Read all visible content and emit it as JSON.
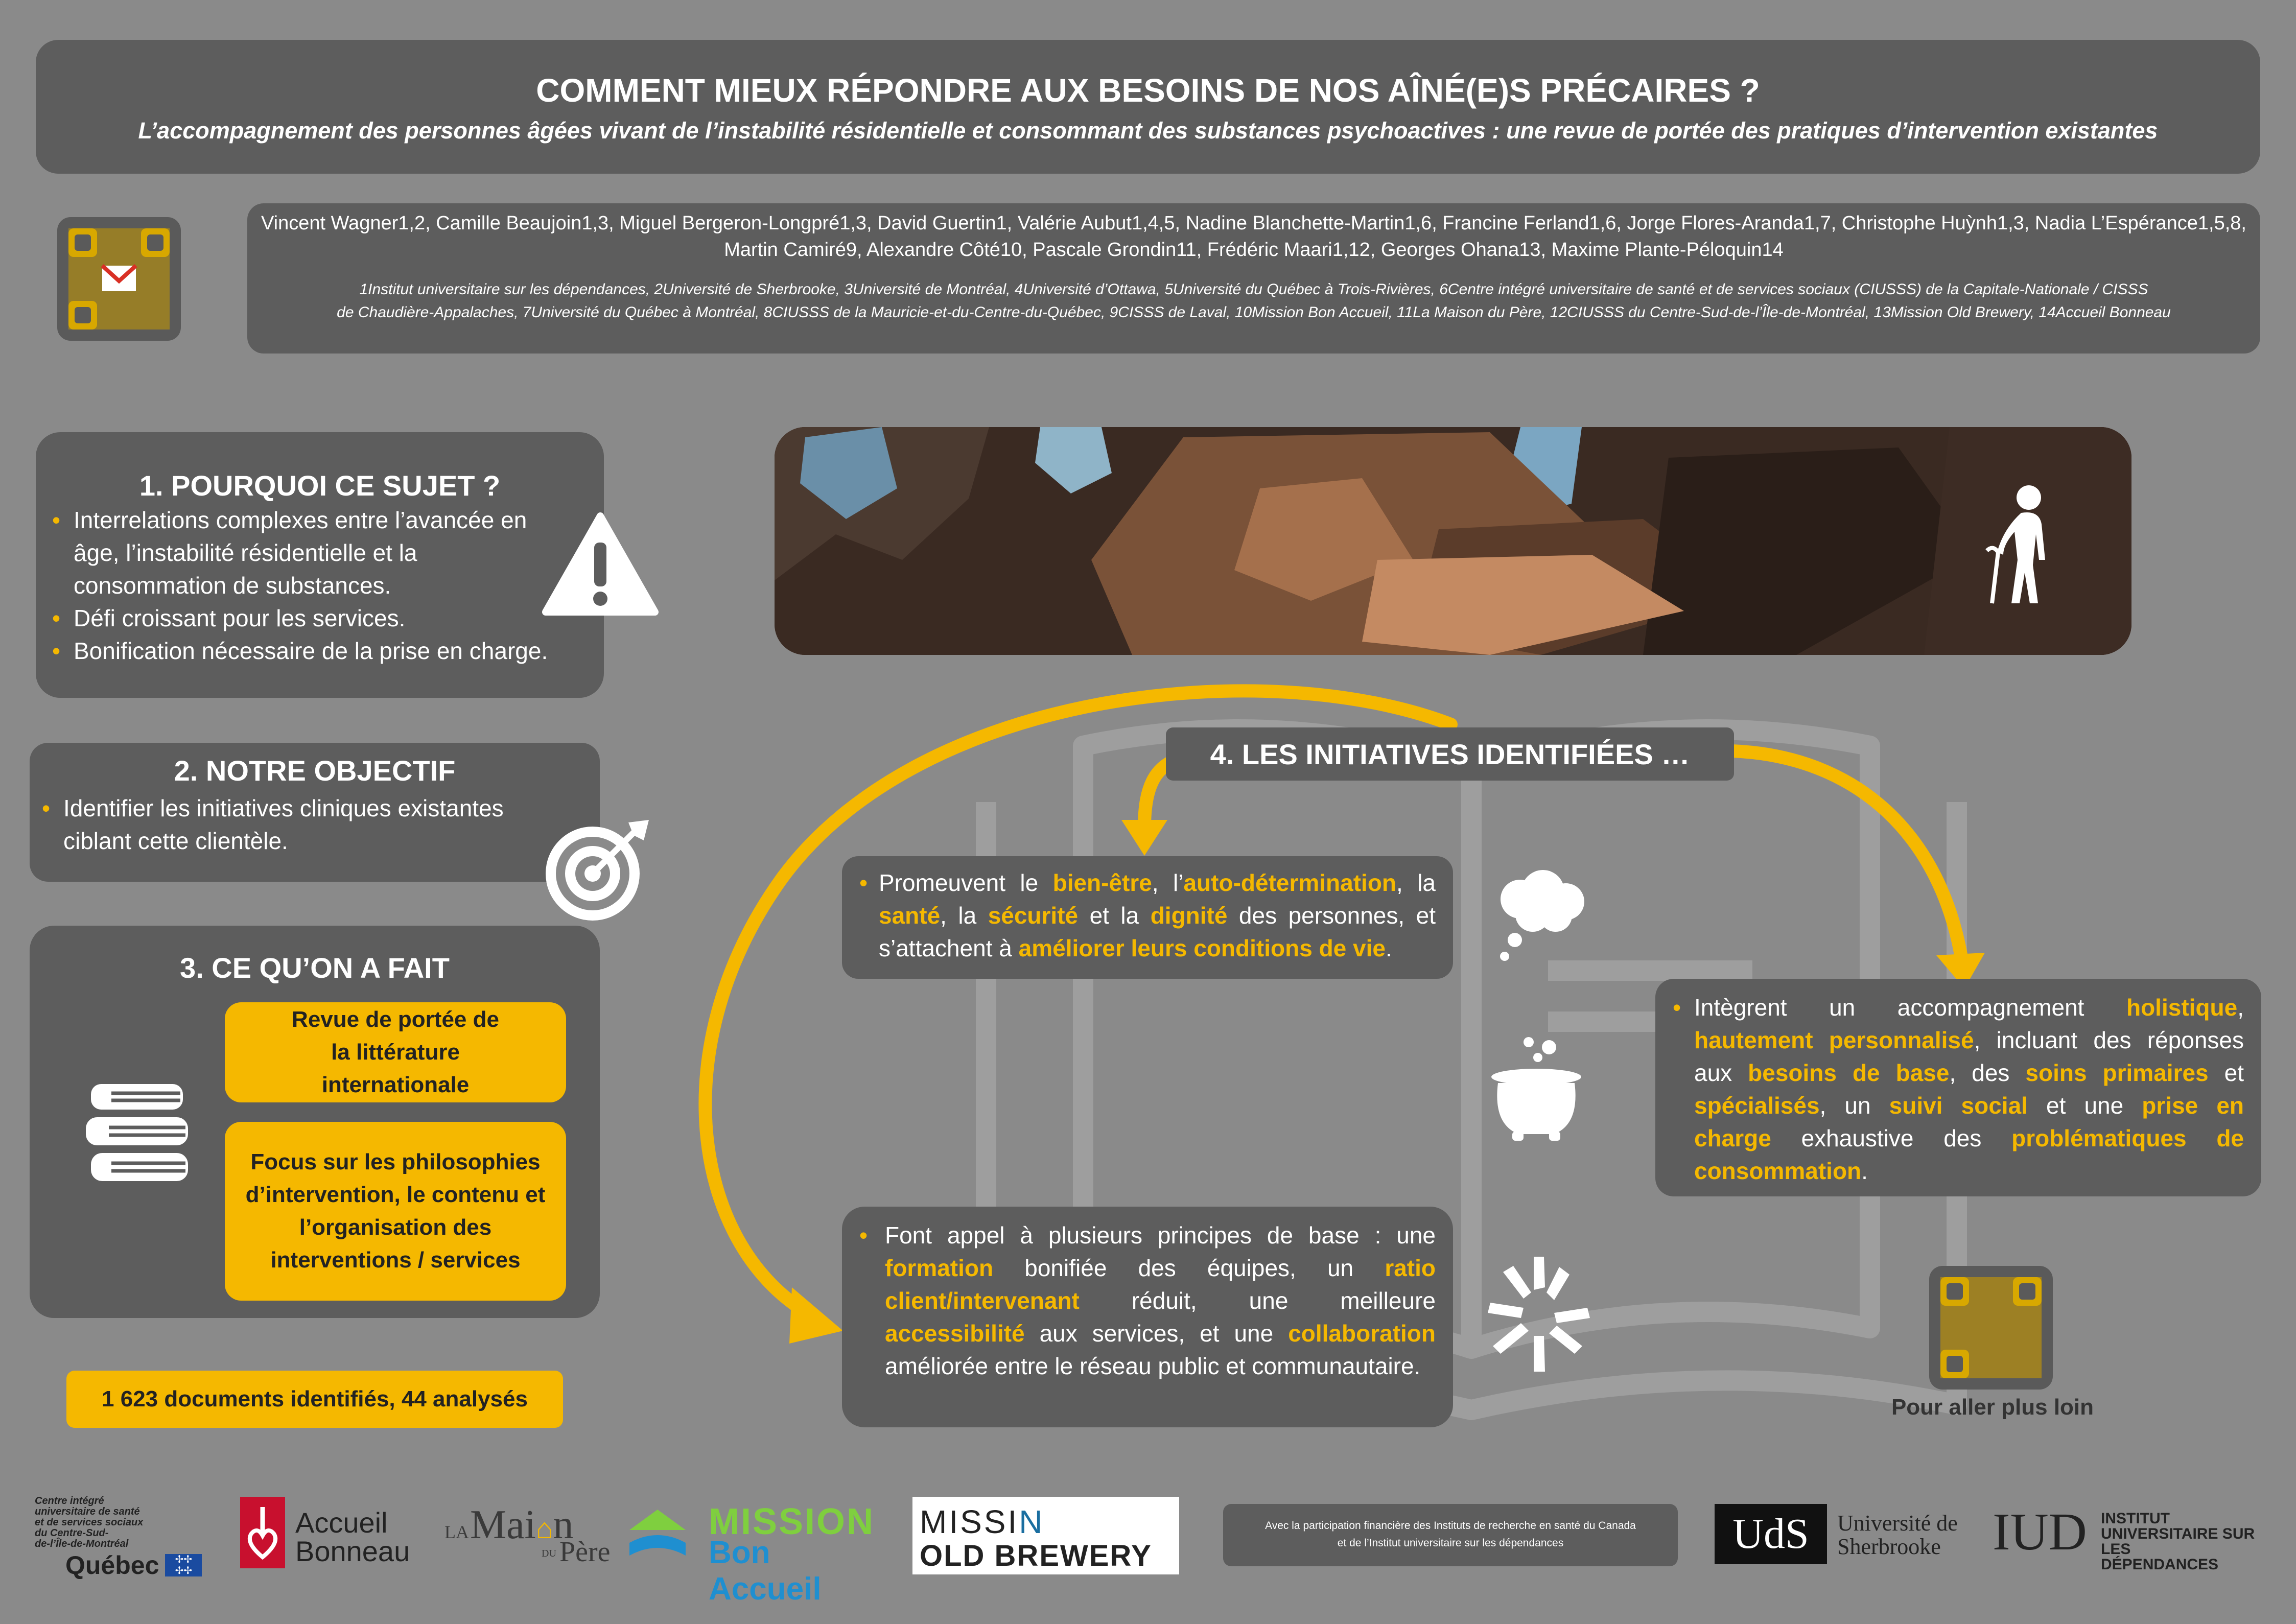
{
  "header": {
    "title": "COMMENT MIEUX RÉPONDRE AUX BESOINS DE NOS AÎNÉ(E)S PRÉCAIRES ?",
    "subtitle": "L’accompagnement des personnes âgées vivant de l’instabilité résidentielle et consommant des substances psychoactives : une revue de portée des pratiques d’intervention existantes"
  },
  "authors": {
    "line1": "Vincent Wagner1,2, Camille Beaujoin1,3, Miguel Bergeron-Longpré1,3, David Guertin1, Valérie Aubut1,4,5, Nadine Blanchette-Martin1,6, Francine Ferland1,6, Jorge Flores-Aranda1,7, Christophe Huỳnh1,3, Nadia L’Espérance1,5,8,",
    "line2": "Martin Camiré9, Alexandre Côté10, Pascale Grondin11, Frédéric Maari1,12, Georges Ohana13, Maxime Plante-Péloquin14",
    "affil1": "1Institut universitaire sur les dépendances, 2Université de Sherbrooke, 3Université de Montréal, 4Université d’Ottawa, 5Université du Québec à Trois-Rivières, 6Centre intégré universitaire de santé et de services sociaux (CIUSSS) de la Capitale-Nationale  / CISSS",
    "affil2": "de Chaudière-Appalaches, 7Université du Québec à Montréal, 8CIUSSS de la Mauricie-et-du-Centre-du-Québec, 9CISSS de Laval, 10Mission Bon Accueil, 11La Maison du Père, 12CIUSSS du Centre-Sud-de-l’Île-de-Montréal, 13Mission Old Brewery, 14Accueil Bonneau"
  },
  "section1": {
    "title": "1. POURQUOI CE SUJET ?",
    "bullets": [
      "Interrelations complexes entre l’avancée en âge, l’instabilité résidentielle et la consommation de substances.",
      "Défi croissant pour les services.",
      "Bonification nécessaire de la prise en charge."
    ]
  },
  "section2": {
    "title": "2. NOTRE OBJECTIF",
    "bullets": [
      "Identifier les initiatives cliniques existantes ciblant cette clientèle."
    ]
  },
  "section3": {
    "title": "3. CE QU’ON A FAIT",
    "box1": "Revue de portée de la littérature internationale",
    "box2": "Focus sur les philosophies d’intervention, le contenu et l’organisation des interventions / services"
  },
  "count_badge": "1 623 documents identifiés, 44 analysés",
  "section4": {
    "title": "4. LES INITIATIVES IDENTIFIÉES …",
    "card1": {
      "p1": "Promeuvent le ",
      "h1": "bien-être",
      "p2": ", l’",
      "h2": "auto-détermination",
      "p3": ", la ",
      "h3": "santé",
      "p4": ", la ",
      "h4": "sécurité",
      "p5": " et la ",
      "h5": "dignité",
      "p6": " des personnes, et s’attachent à ",
      "h6": "améliorer leurs conditions de vie",
      "p7": "."
    },
    "card2": {
      "p1": "Intègrent un accompagnement ",
      "h1": "holistique",
      "p2": ", ",
      "h2": "hautement personnalisé",
      "p3": ", incluant des réponses aux ",
      "h3": "besoins de base",
      "p4": ", des ",
      "h4": "soins primaires",
      "p5": " et ",
      "h5": "spécialisés",
      "p6": ", un ",
      "h6": "suivi social",
      "p7": " et une ",
      "h7": "prise en charge",
      "p8": " exhaustive des ",
      "h8": "problématiques de consommation",
      "p9": "."
    },
    "card3": {
      "p1": "Font appel à plusieurs principes de base : une ",
      "h1": "formation",
      "p2": " bonifiée des équipes, un ",
      "h2": "ratio client/intervenant",
      "p3": " réduit, une meilleure ",
      "h3": "accessibilité",
      "p4": " aux services, et une ",
      "h4": "collaboration",
      "p5": " améliorée entre le réseau public et communautaire."
    }
  },
  "more": "Pour aller plus loin",
  "footer": {
    "ciusss": [
      "Centre intégré",
      "universitaire de santé",
      "et de services sociaux",
      "du Centre-Sud-",
      "de-l’Île-de-Montréal"
    ],
    "quebec": "Québec",
    "accueil1": "Accueil",
    "accueil2": "Bonneau",
    "maison_la": "LA",
    "maison_a": "Mai",
    "maison_b": "n",
    "maison_du": "DU",
    "maison_c": "Père",
    "mba1": "MISSION",
    "mba2": "Bon Accueil",
    "mob1a": "MISSI",
    "mob1b": "N",
    "mob2": "OLD BREWERY",
    "funding1": "Avec la participation financière des Instituts de recherche en santé du Canada",
    "funding2": "et de l’Institut universitaire sur les dépendances",
    "uds": "UdS",
    "uds1": "Université de",
    "uds2": "Sherbrooke",
    "iud": "IUD",
    "iud1": "INSTITUT",
    "iud2": "UNIVERSITAIRE SUR LES",
    "iud3": "DÉPENDANCES"
  },
  "colors": {
    "accent": "#f5b800",
    "box": "#5d5d5d",
    "background": "#8a8a8a"
  }
}
